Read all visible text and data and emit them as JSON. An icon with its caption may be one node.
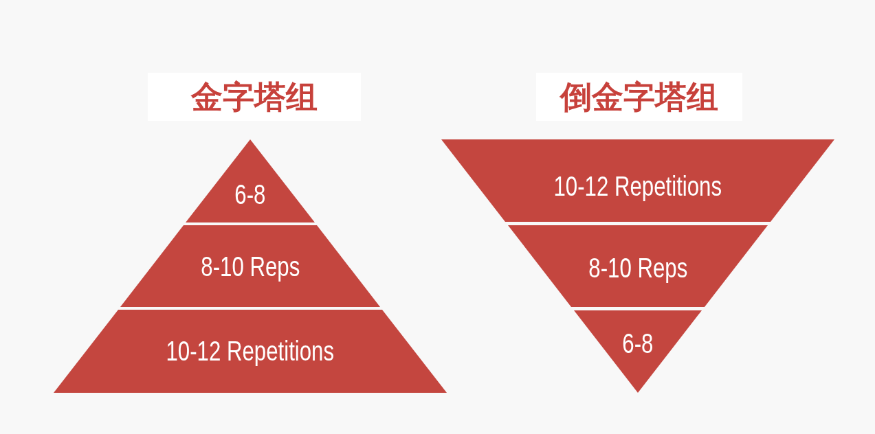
{
  "diagram": {
    "nodes": [
      {
        "text": [
          "6-8"
        ]
      },
      {
        "text": [
          "8-10 Reps"
        ]
      },
      {
        "text": [
          "10-12 Repetitions"
        ]
      },
      {
        "text": [
          "10-12 Repetitions"
        ]
      },
      {
        "text": [
          "8-10 Reps"
        ]
      },
      {
        "text": [
          "6-8"
        ]
      }
    ],
    "labels": [
      "金字塔组",
      "倒金字塔组"
    ]
  }
}
